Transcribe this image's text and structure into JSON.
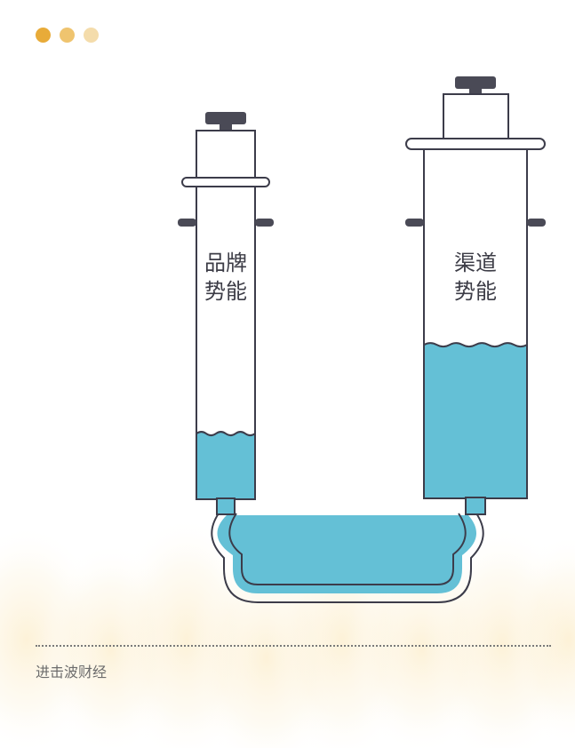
{
  "header": {
    "dots": [
      "#e8ab39",
      "#efc46f",
      "#f4dcab"
    ]
  },
  "diagram": {
    "left_syringe": {
      "label_line1": "品牌",
      "label_line2": "势能",
      "fill_level": 0.21
    },
    "right_syringe": {
      "label_line1": "渠道",
      "label_line2": "势能",
      "fill_level": 0.44
    },
    "colors": {
      "liquid": "#64c0d6",
      "outline": "#3c3c4a",
      "cap": "#4a4a56"
    }
  },
  "footer": {
    "source": "进击波财经"
  }
}
